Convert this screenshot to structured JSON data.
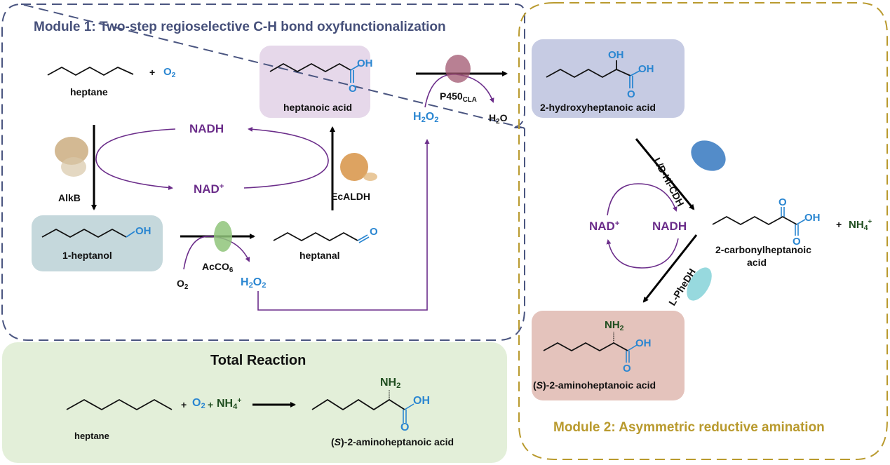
{
  "module1": {
    "title": "Module 1: Two-step regioselective C-H bond oxyfunctionalization",
    "border_color": "#4a5580"
  },
  "module2": {
    "title": "Module 2: Asymmetric reductive amination",
    "border_color": "#b99a2e"
  },
  "total": {
    "title": "Total Reaction",
    "reactant": "heptane",
    "plus1": "+",
    "o2": "O",
    "o2_sub": "2",
    "plus2": "+",
    "nh4": "NH",
    "nh4_sub": "4",
    "nh4_sup": "+",
    "product_prefix": "(",
    "product_s": "S",
    "product_rest": ")-2-aminoheptanoic acid",
    "bg_color": "#e3efd9"
  },
  "compounds": {
    "heptane": "heptane",
    "heptanoic_acid": "heptanoic acid",
    "hydroxy_acid": "2-hydroxyheptanoic acid",
    "heptanol": "1-heptanol",
    "heptanal": "heptanal",
    "keto_acid_line1": "2-carbonylheptanoic",
    "keto_acid_line2": "acid",
    "amino_acid_prefix": "(",
    "amino_acid_s": "S",
    "amino_acid_rest": ")-2-aminoheptanoic acid"
  },
  "atoms": {
    "OH": "OH",
    "O": "O",
    "NH2": "NH",
    "NH2_sub": "2"
  },
  "reagents": {
    "plus": "+",
    "O2": "O",
    "O2_sub": "2",
    "H2O2_a": "H",
    "H2O2_b": "O",
    "sub2": "2",
    "H2O_a": "H",
    "H2O_b": "O",
    "NH4": "NH",
    "NH4_sub": "4",
    "NH4_sup": "+"
  },
  "cofactors": {
    "nadh": "NADH",
    "nad": "NAD",
    "nad_sup": "+"
  },
  "enzymes": {
    "alkb": "AlkB",
    "ecaldh": "EcALDH",
    "acco6": "AcCO",
    "acco6_sub": "6",
    "p450": "P450",
    "p450_sub": "CLA",
    "hicdh": "L/D-Hi-CDH",
    "phedh": "L-PheDH"
  },
  "box_colors": {
    "heptanoic_acid": "#e6d8ea",
    "hydroxy_acid": "#c6cbe3",
    "heptanol": "#c5d8dc",
    "amino_acid": "#e4c3bc"
  }
}
